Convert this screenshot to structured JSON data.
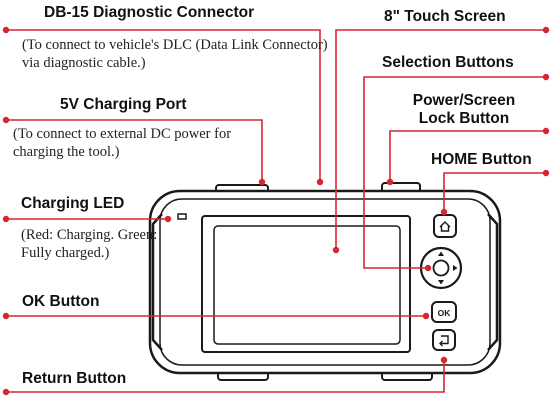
{
  "colors": {
    "leader": "#d6262f",
    "outline": "#1a1a1a",
    "text": "#111111"
  },
  "labels": {
    "db15": {
      "title": "DB-15 Diagnostic Connector",
      "note": "(To connect to vehicle's DLC (Data Link Connector) via diagnostic cable.)"
    },
    "charging_port": {
      "title": "5V Charging Port",
      "note": "(To connect to external DC power for charging the tool.)"
    },
    "charging_led": {
      "title": "Charging LED",
      "note": "(Red: Charging. Green: Fully charged.)"
    },
    "ok_button": {
      "title": "OK Button"
    },
    "return_button": {
      "title": "Return Button"
    },
    "touch_screen": {
      "title": "8\" Touch Screen"
    },
    "selection_buttons": {
      "title": "Selection Buttons"
    },
    "power_button": {
      "title": "Power/Screen Lock Button"
    },
    "home_button": {
      "title": "HOME Button"
    }
  },
  "device": {
    "ok_key_text": "OK"
  }
}
